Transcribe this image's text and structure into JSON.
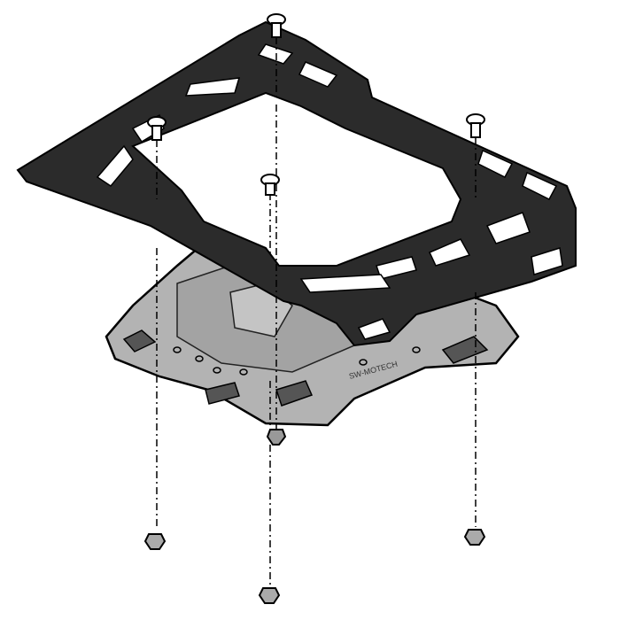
{
  "figure": {
    "brand_logo_text": "SW-MOTECH",
    "colors": {
      "adapter_plate": "#2b2b2b",
      "rack": "#b3b3b3",
      "outline": "#000000",
      "background": "#ffffff"
    },
    "parts": [
      "adapter-plate",
      "luggage-rack",
      "screw",
      "nut"
    ]
  }
}
